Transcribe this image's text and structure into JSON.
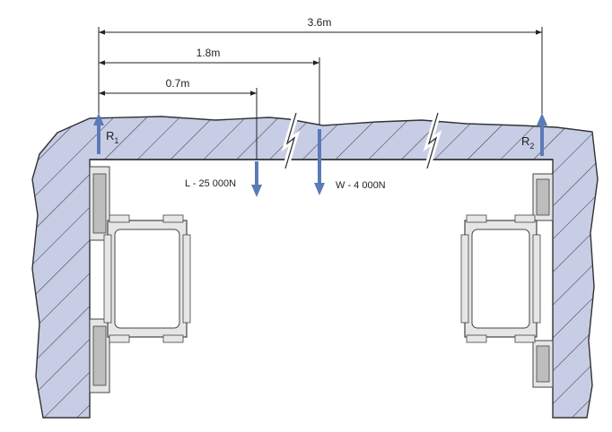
{
  "dimensions": {
    "total": "3.6m",
    "half": "1.8m",
    "load_offset": "0.7m"
  },
  "loads": {
    "live_load": "L - 25 000N",
    "weight": "W - 4 000N"
  },
  "reactions": {
    "left": {
      "symbol": "R",
      "subscript": "1"
    },
    "right": {
      "symbol": "R",
      "subscript": "2"
    }
  },
  "colors": {
    "structure_fill": "#c8cde6",
    "arrow": "#5b7ab7",
    "outline": "#333333",
    "track_fill": "#e6e6e6",
    "track_dark": "#bdbdbd"
  }
}
